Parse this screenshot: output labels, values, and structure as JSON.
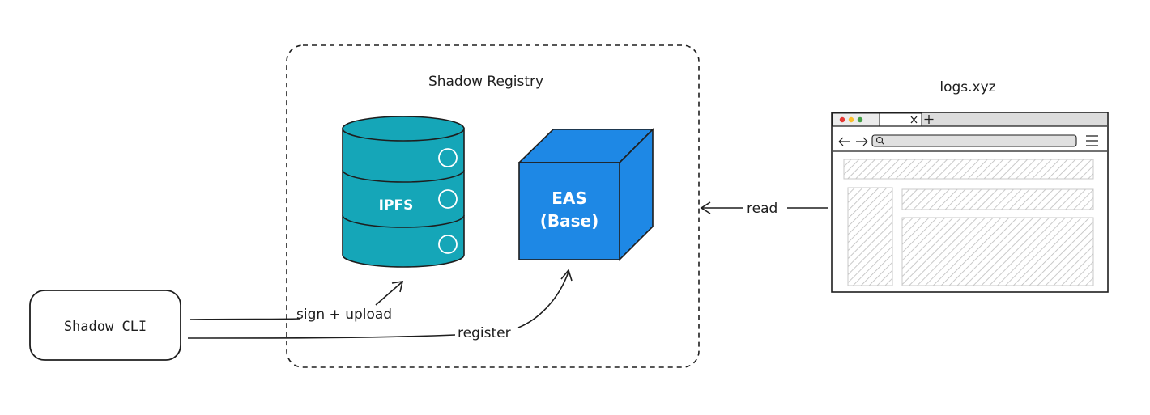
{
  "diagram": {
    "cli_label": "Shadow CLI",
    "registry_title": "Shadow Registry",
    "ipfs_label": "IPFS",
    "eas_line1": "EAS",
    "eas_line2": "(Base)",
    "site_title": "logs.xyz",
    "edge_sign_upload": "sign + upload",
    "edge_register": "register",
    "edge_read": "read",
    "colors": {
      "ipfs_fill": "#15a6b8",
      "eas_fill": "#1e88e5",
      "stroke": "#1e1e1e"
    }
  }
}
